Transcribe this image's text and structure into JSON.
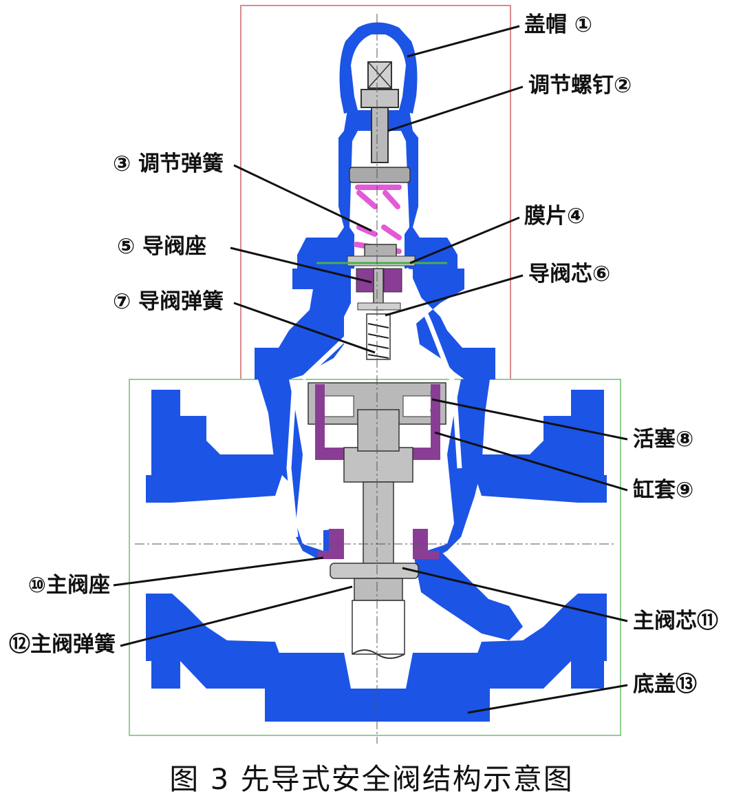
{
  "caption": "图 3   先导式安全阀结构示意图",
  "colors": {
    "body": "#1c54e6",
    "metal": "#b9b9b9",
    "spring": "#e25ad6",
    "seat": "#8a3d94",
    "pilot_frame": "#d98a8a",
    "main_frame": "#8fd08f",
    "leader": "#111111"
  },
  "callouts": [
    {
      "id": "c1",
      "text": "盖帽 ①"
    },
    {
      "id": "c2",
      "text": "调节螺钉②"
    },
    {
      "id": "c3",
      "text": "③ 调节弹簧"
    },
    {
      "id": "c4",
      "text": "膜片④"
    },
    {
      "id": "c5",
      "text": "⑤ 导阀座"
    },
    {
      "id": "c6",
      "text": "导阀芯⑥"
    },
    {
      "id": "c7",
      "text": "⑦ 导阀弹簧"
    },
    {
      "id": "c8",
      "text": "活塞⑧"
    },
    {
      "id": "c9",
      "text": "缸套⑨"
    },
    {
      "id": "c10",
      "text": "⑩主阀座"
    },
    {
      "id": "c11",
      "text": "主阀芯⑪"
    },
    {
      "id": "c12",
      "text": "⑫主阀弹簧"
    },
    {
      "id": "c13",
      "text": "底盖⑬"
    }
  ]
}
